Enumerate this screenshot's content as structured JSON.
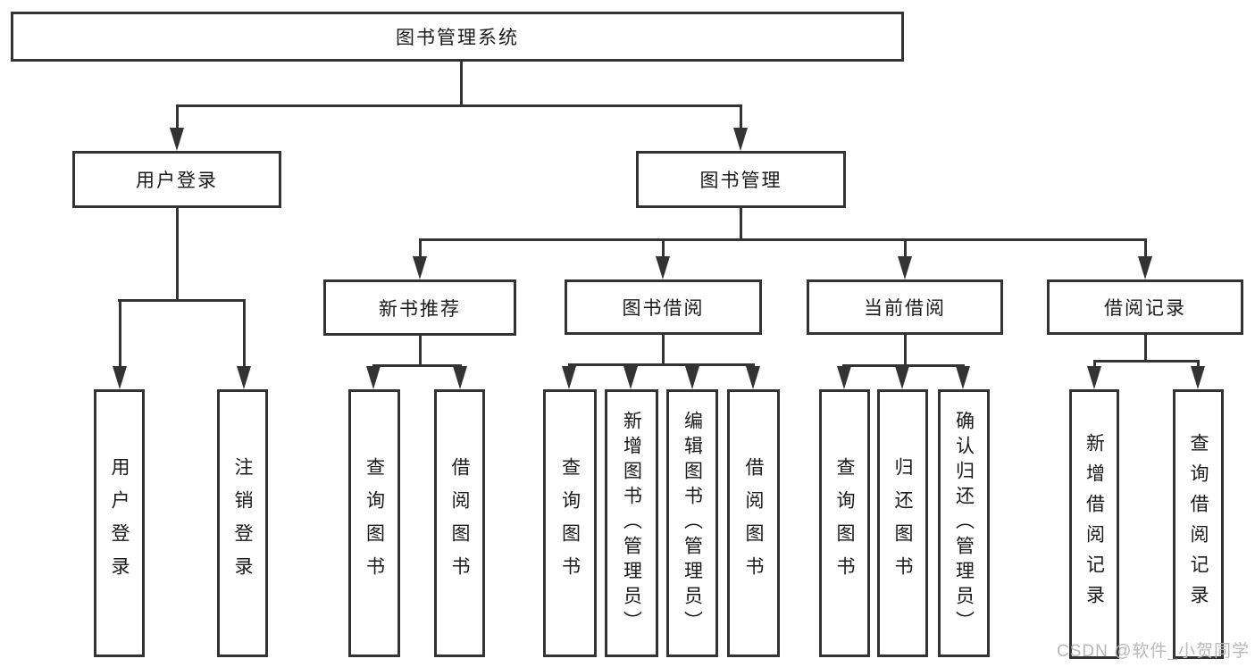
{
  "nodes": {
    "root": "图书管理系统",
    "user_login": "用户登录",
    "book_mgmt": "图书管理",
    "new_book_rec": "新书推荐",
    "book_borrow": "图书借阅",
    "current_borrow": "当前借阅",
    "borrow_record": "借阅记录",
    "leaf_user_login": "用户登录",
    "leaf_logout": "注销登录",
    "leaf_query_book_1": "查询图书",
    "leaf_borrow_book_1": "借阅图书",
    "leaf_query_book_2": "查询图书",
    "leaf_add_book": "新增图书（管理员）",
    "leaf_edit_book": "编辑图书（管理员）",
    "leaf_borrow_book_2": "借阅图书",
    "leaf_query_book_3": "查询图书",
    "leaf_return_book": "归还图书",
    "leaf_confirm_return": "确认归还（管理员）",
    "leaf_add_record": "新增借阅记录",
    "leaf_query_record": "查询借阅记录"
  },
  "hierarchy": {
    "图书管理系统": {
      "用户登录": [
        "用户登录",
        "注销登录"
      ],
      "图书管理": {
        "新书推荐": [
          "查询图书",
          "借阅图书"
        ],
        "图书借阅": [
          "查询图书",
          "新增图书（管理员）",
          "编辑图书（管理员）",
          "借阅图书"
        ],
        "当前借阅": [
          "查询图书",
          "归还图书",
          "确认归还（管理员）"
        ],
        "借阅记录": [
          "新增借阅记录",
          "查询借阅记录"
        ]
      }
    }
  },
  "watermark": "CSDN @软件_小贺同学",
  "colors": {
    "line": "#333333",
    "box_border": "#333333",
    "box_fill": "#ffffff",
    "text": "#1a1a1a",
    "watermark": "#b8b8b8"
  }
}
